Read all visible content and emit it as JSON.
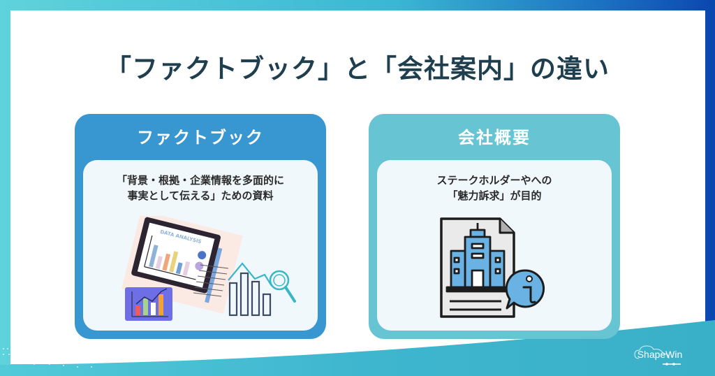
{
  "title": "「ファクトブック」と「会社案内」の違い",
  "cards": [
    {
      "heading": "ファクトブック",
      "description_line1": "「背景・根拠・企業情報を多面的に",
      "description_line2": "事実として伝える」ための資料",
      "illustration": "data-analysis-tablet-and-bar-chart-magnifier-icon",
      "tablet_label": "DATA ANALYSIS",
      "color": "#3896d1"
    },
    {
      "heading": "会社概要",
      "description_line1": "ステークホルダーやへの",
      "description_line2": "「魅力訴求」が目的",
      "illustration": "company-building-document-info-icon",
      "color": "#67c4d3"
    }
  ],
  "logo": {
    "text": "ShapeWin"
  },
  "colors": {
    "title": "#1f3f4e",
    "background_left": "#5fd3dc",
    "background_right": "#0a47b0"
  }
}
